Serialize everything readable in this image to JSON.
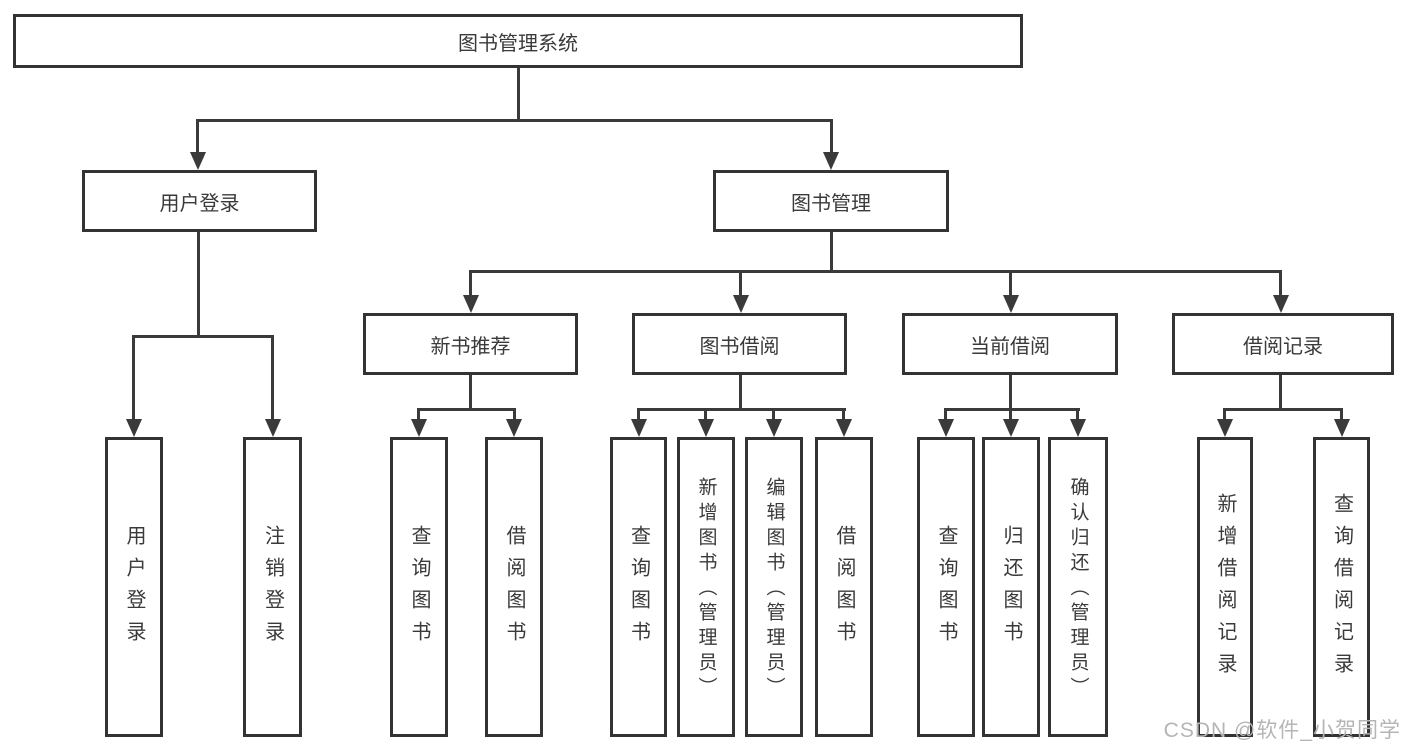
{
  "nodes": {
    "root": "图书管理系统",
    "user_login": "用户登录",
    "book_management": "图书管理",
    "new_book_recommend": "新书推荐",
    "book_borrow": "图书借阅",
    "current_borrow": "当前借阅",
    "borrow_records": "借阅记录",
    "ul_user_login": "用户登录",
    "ul_logout": "注销登录",
    "nb_query_books": "查询图书",
    "nb_borrow_books": "借阅图书",
    "bb_query_books": "查询图书",
    "bb_add_books": "新增图书（管理员）",
    "bb_edit_books": "编辑图书（管理员）",
    "bb_borrow_books": "借阅图书",
    "cb_query_books": "查询图书",
    "cb_return_books": "归还图书",
    "cb_confirm_return": "确认归还（管理员）",
    "br_add_record": "新增借阅记录",
    "br_query_record": "查询借阅记录"
  },
  "watermark": "CSDN @软件_小贺同学",
  "colors": {
    "line": "#3a3a3a",
    "border": "#333333",
    "text": "#3a3a3a",
    "watermark": "#b5b5b5",
    "background": "#ffffff"
  }
}
